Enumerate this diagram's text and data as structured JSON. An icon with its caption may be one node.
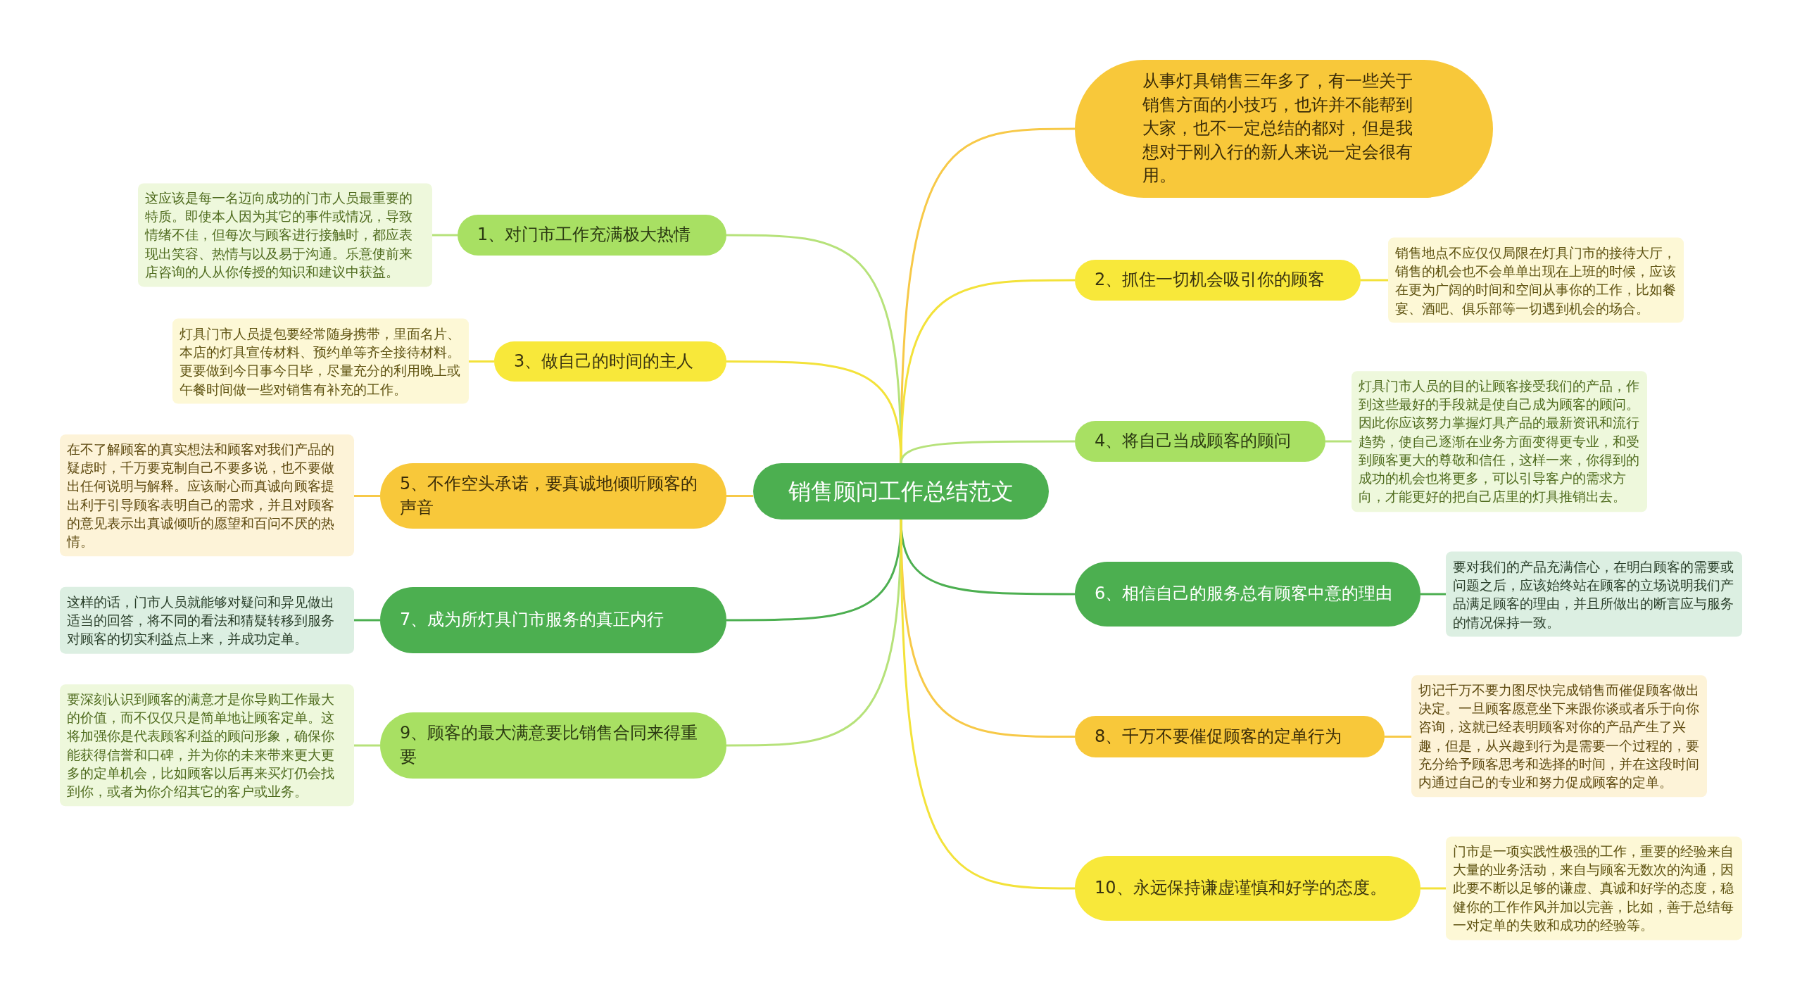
{
  "diagram": {
    "nodes": [
      {
        "text": [
          "销售顾问工作总结范文"
        ]
      },
      {
        "text": [
          "从事灯具销售三年多了，有一些关于销售方面的小技巧，也许并不能帮到大家，也不一定总结的都对，但是我想对于刚入行的新人来说一定会很有用。"
        ]
      },
      {
        "text": [
          "1、对门市工作充满极大热情"
        ]
      },
      {
        "text": [
          "这应该是每一名迈向成功的门市人员最重要的特质。即使本人因为其它的事件或情况，导致情绪不佳，但每次与顾客进行接触时，都应表现出笑容、热情与以及易于沟通。乐意使前来店咨询的人从你传授的知识和建议中获益。"
        ]
      },
      {
        "text": [
          "2、抓住一切机会吸引你的顾客"
        ]
      },
      {
        "text": [
          "销售地点不应仅仅局限在灯具门市的接待大厅，销售的机会也不会单单出现在上班的时候，应该在更为广阔的时间和空间从事你的工作，比如餐宴、酒吧、俱乐部等一切遇到机会的场合。"
        ]
      },
      {
        "text": [
          "3、做自己的时间的主人"
        ]
      },
      {
        "text": [
          "灯具门市人员提包要经常随身携带，里面名片、本店的灯具宣传材料、预约单等齐全接待材料。更要做到今日事今日毕，尽量充分的利用晚上或午餐时间做一些对销售有补充的工作。"
        ]
      },
      {
        "text": [
          "4、将自己当成顾客的顾问"
        ]
      },
      {
        "text": [
          "灯具门市人员的目的让顾客接受我们的产品，作到这些最好的手段就是使自己成为顾客的顾问。因此你应该努力掌握灯具产品的最新资讯和流行趋势，使自己逐渐在业务方面变得更专业，和受到顾客更大的尊敬和信任，这样一来，你得到的成功的机会也将更多，可以引导客户的需求方向，才能更好的把自己店里的灯具推销出去。"
        ]
      },
      {
        "text": [
          "5、不作空头承诺，要真诚地倾听顾客的声音"
        ]
      },
      {
        "text": [
          "在不了解顾客的真实想法和顾客对我们产品的疑虑时，千万要克制自己不要多说，也不要做出任何说明与解释。应该耐心而真诚向顾客提出利于引导顾客表明自己的需求，并且对顾客的意见表示出真诚倾听的愿望和百问不厌的热情。"
        ]
      },
      {
        "text": [
          "6、相信自己的服务总有顾客中意的理由"
        ]
      },
      {
        "text": [
          "要对我们的产品充满信心，在明白顾客的需要或问题之后，应该始终站在顾客的立场说明我们产品满足顾客的理由，并且所做出的断言应与服务的情况保持一致。"
        ]
      },
      {
        "text": [
          "7、成为所灯具门市服务的真正内行"
        ]
      },
      {
        "text": [
          "这样的话，门市人员就能够对疑问和异见做出适当的回答，将不同的看法和猜疑转移到服务对顾客的切实利益点上来，并成功定单。"
        ]
      },
      {
        "text": [
          "8、千万不要催促顾客的定单行为"
        ]
      },
      {
        "text": [
          "切记千万不要力图尽快完成销售而催促顾客做出决定。一旦顾客愿意坐下来跟你谈或者乐于向你咨询，这就已经表明顾客对你的产品产生了兴趣，但是，从兴趣到行为是需要一个过程的，要充分给予顾客思考和选择的时间，并在这段时间内通过自己的专业和努力促成顾客的定单。"
        ]
      },
      {
        "text": [
          "9、顾客的最大满意要比销售合同来得重要"
        ]
      },
      {
        "text": [
          "要深刻认识到顾客的满意才是你导购工作最大的价值，而不仅仅只是简单地让顾客定单。这将加强你是代表顾客利益的顾问形象，确保你能获得信誉和口碑，并为你的未来带来更大更多的定单机会，比如顾客以后再来买灯仍会找到你，或者为你介绍其它的客户或业务。"
        ]
      },
      {
        "text": [
          "10、永远保持谦虚谨慎和好学的态度。"
        ]
      },
      {
        "text": [
          "门市是一项实践性极强的工作，重要的经验来自大量的业务活动，来自与顾客无数次的沟通，因此要不断以足够的谦虚、真诚和好学的态度，稳健你的工作作风并加以完善，比如，善于总结每一对定单的失败和成功的经验等。"
        ]
      }
    ],
    "edges": [
      {
        "from": 0,
        "to": 1,
        "arrow": "none",
        "color": "#f7c948"
      },
      {
        "from": 0,
        "to": 2,
        "arrow": "none",
        "color": "#b6e27a"
      },
      {
        "from": 2,
        "to": 3,
        "arrow": "none",
        "color": "#b6e27a"
      },
      {
        "from": 0,
        "to": 4,
        "arrow": "none",
        "color": "#f3e23a"
      },
      {
        "from": 4,
        "to": 5,
        "arrow": "none",
        "color": "#f3e23a"
      },
      {
        "from": 0,
        "to": 6,
        "arrow": "none",
        "color": "#f3e23a"
      },
      {
        "from": 6,
        "to": 7,
        "arrow": "none",
        "color": "#f3e23a"
      },
      {
        "from": 0,
        "to": 8,
        "arrow": "none",
        "color": "#b6e27a"
      },
      {
        "from": 8,
        "to": 9,
        "arrow": "none",
        "color": "#b6e27a"
      },
      {
        "from": 0,
        "to": 10,
        "arrow": "none",
        "color": "#f7c948"
      },
      {
        "from": 10,
        "to": 11,
        "arrow": "none",
        "color": "#f7c948"
      },
      {
        "from": 0,
        "to": 12,
        "arrow": "none",
        "color": "#4caf50"
      },
      {
        "from": 12,
        "to": 13,
        "arrow": "none",
        "color": "#4caf50"
      },
      {
        "from": 0,
        "to": 14,
        "arrow": "none",
        "color": "#4caf50"
      },
      {
        "from": 14,
        "to": 15,
        "arrow": "none",
        "color": "#4caf50"
      },
      {
        "from": 0,
        "to": 16,
        "arrow": "none",
        "color": "#f7c948"
      },
      {
        "from": 16,
        "to": 17,
        "arrow": "none",
        "color": "#f7c948"
      },
      {
        "from": 0,
        "to": 18,
        "arrow": "none",
        "color": "#b6e27a"
      },
      {
        "from": 18,
        "to": 19,
        "arrow": "none",
        "color": "#b6e27a"
      },
      {
        "from": 0,
        "to": 20,
        "arrow": "none",
        "color": "#f3e23a"
      },
      {
        "from": 20,
        "to": 21,
        "arrow": "none",
        "color": "#f3e23a"
      }
    ]
  }
}
